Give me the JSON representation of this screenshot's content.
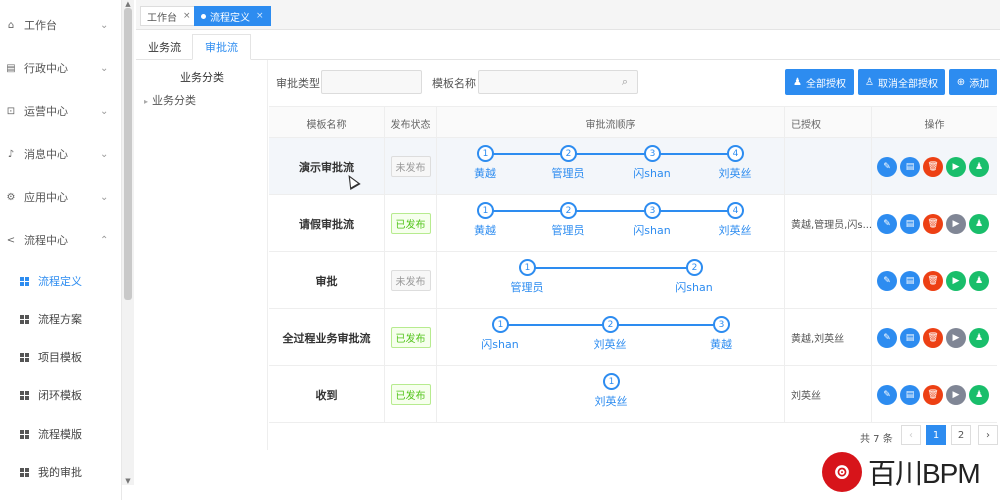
{
  "sidebar": {
    "menus": [
      {
        "label": "工作台",
        "icon": "home-icon"
      },
      {
        "label": "行政中心",
        "icon": "document-icon"
      },
      {
        "label": "运营中心",
        "icon": "cart-icon"
      },
      {
        "label": "消息中心",
        "icon": "bell-icon"
      },
      {
        "label": "应用中心",
        "icon": "gear-icon"
      },
      {
        "label": "流程中心",
        "icon": "share-icon"
      }
    ],
    "submenus": [
      "流程定义",
      "流程方案",
      "项目模板",
      "闭环模板",
      "流程模版",
      "我的审批"
    ]
  },
  "tabs": {
    "home": "工作台",
    "active": "流程定义",
    "close": "×"
  },
  "subtabs": {
    "business": "业务流",
    "approval": "审批流"
  },
  "tree": {
    "header": "业务分类",
    "node": "业务分类"
  },
  "filter": {
    "type_label": "审批类型",
    "name_label": "模板名称"
  },
  "buttons": {
    "grant_all": "全部授权",
    "revoke_all": "取消全部授权",
    "add": "添加"
  },
  "table": {
    "headers": {
      "name": "模板名称",
      "status": "发布状态",
      "order": "审批流顺序",
      "authorized": "已授权",
      "ops": "操作"
    },
    "rows": [
      {
        "name": "演示审批流",
        "status": "未发布",
        "steps": [
          "黄越",
          "管理员",
          "闪shan",
          "刘英丝"
        ],
        "authorized": ""
      },
      {
        "name": "请假审批流",
        "status": "已发布",
        "steps": [
          "黄越",
          "管理员",
          "闪shan",
          "刘英丝"
        ],
        "authorized": "黄越,管理员,闪s..."
      },
      {
        "name": "审批",
        "status": "未发布",
        "steps": [
          "管理员",
          "闪shan"
        ],
        "authorized": ""
      },
      {
        "name": "全过程业务审批流",
        "status": "已发布",
        "steps": [
          "闪shan",
          "刘英丝",
          "黄越"
        ],
        "authorized": "黄越,刘英丝"
      },
      {
        "name": "收到",
        "status": "已发布",
        "steps": [
          "刘英丝"
        ],
        "authorized": "刘英丝"
      }
    ]
  },
  "pager": {
    "total": "共 7 条",
    "prev": "‹",
    "next": "›",
    "pages": [
      "1",
      "2"
    ]
  },
  "logo": {
    "text": "百川BPM"
  },
  "colors": {
    "primary": "#2d8cf0",
    "danger": "#ed4014",
    "success": "#19be6b",
    "disabled": "#808695"
  }
}
